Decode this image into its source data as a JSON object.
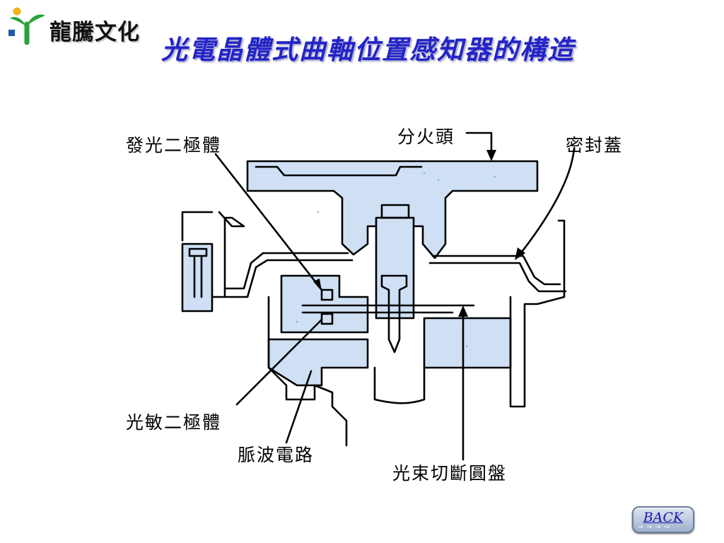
{
  "header": {
    "logo_text": "龍騰文化",
    "title": "光電晶體式曲軸位置感知器的構造"
  },
  "labels": {
    "led": "發光二極體",
    "distributor_head": "分火頭",
    "seal_cover": "密封蓋",
    "photodiode": "光敏二極體",
    "pulse_circuit": "脈波電路",
    "chopper_disc": "光束切斷圓盤"
  },
  "nav": {
    "back_label": "BACK"
  },
  "colors": {
    "fill": "#cfe0f5",
    "title": "#2323c8",
    "logo_green": "#28a23a",
    "logo_blue": "#1e5aa8"
  }
}
